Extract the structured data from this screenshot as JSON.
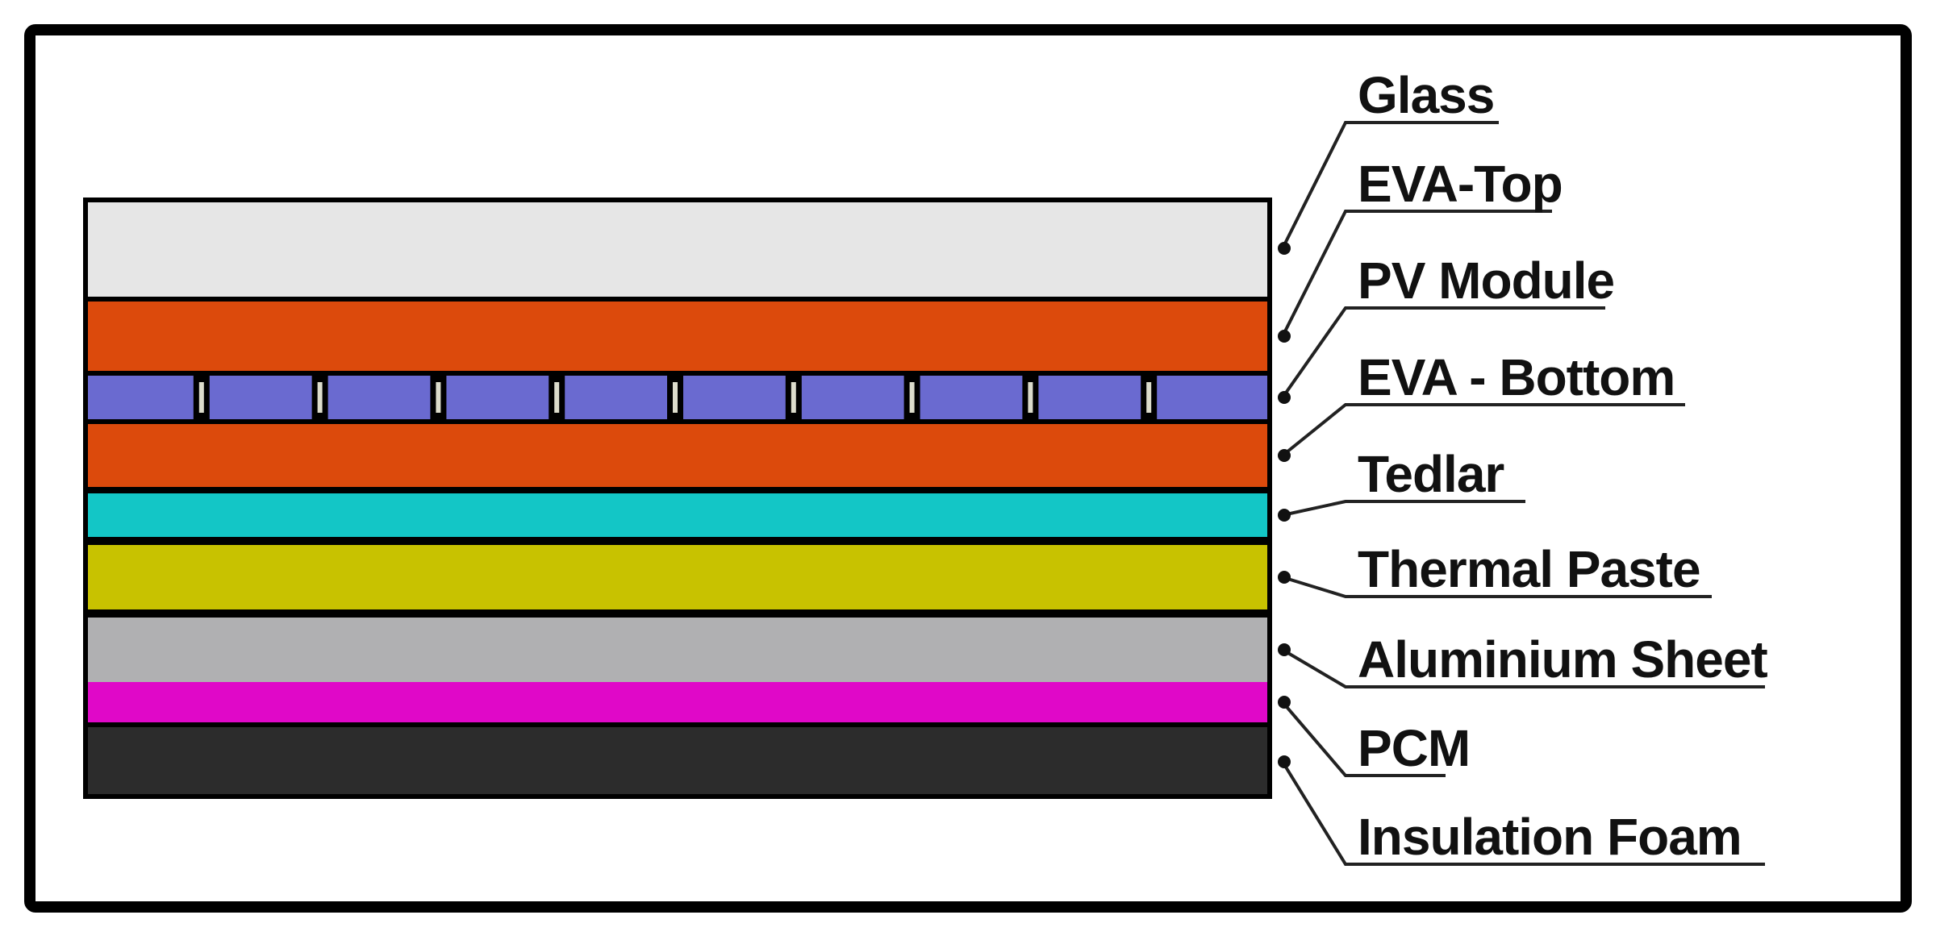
{
  "layers": [
    {
      "name": "Glass",
      "color": "#e6e6e6"
    },
    {
      "name": "EVA-Top",
      "color": "#dc4a0c"
    },
    {
      "name": "PV Module",
      "color": "#6a6ad0",
      "cell_gap_color": "#dcdccc",
      "cells": 10
    },
    {
      "name": "EVA - Bottom",
      "color": "#dc4a0c"
    },
    {
      "name": "Tedlar",
      "color": "#13c6c6"
    },
    {
      "name": "Thermal Paste",
      "color": "#c8c200"
    },
    {
      "name": "Aluminium Sheet",
      "color": "#b0b0b2"
    },
    {
      "name": "PCM",
      "color": "#e008c8"
    },
    {
      "name": "Insulation Foam",
      "color": "#2c2c2c"
    }
  ]
}
